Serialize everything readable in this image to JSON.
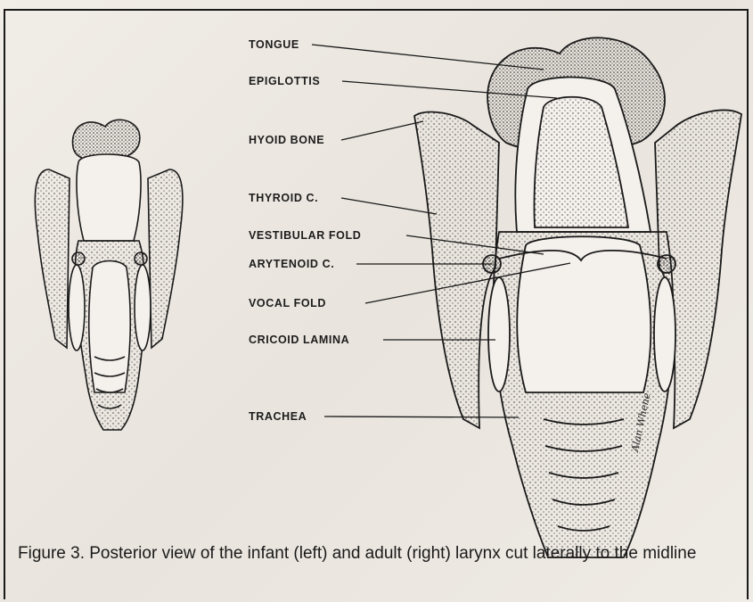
{
  "labels": {
    "tongue": "TONGUE",
    "epiglottis": "EPIGLOTTIS",
    "hyoid_bone": "HYOID BONE",
    "thyroid_c": "THYROID C.",
    "vestibular_fold": "VESTIBULAR FOLD",
    "arytenoid_c": "ARYTENOID C.",
    "vocal_fold": "VOCAL FOLD",
    "cricoid_lamina": "CRICOID LAMINA",
    "trachea": "TRACHEA"
  },
  "caption": "Figure 3. Posterior view of the infant (left) and adult (right) larynx cut laterally to the midline",
  "signature": "Alan Whene",
  "colors": {
    "ink": "#1a1a1a",
    "paper": "#ece8e2",
    "tissue": "#f4f1ec"
  }
}
